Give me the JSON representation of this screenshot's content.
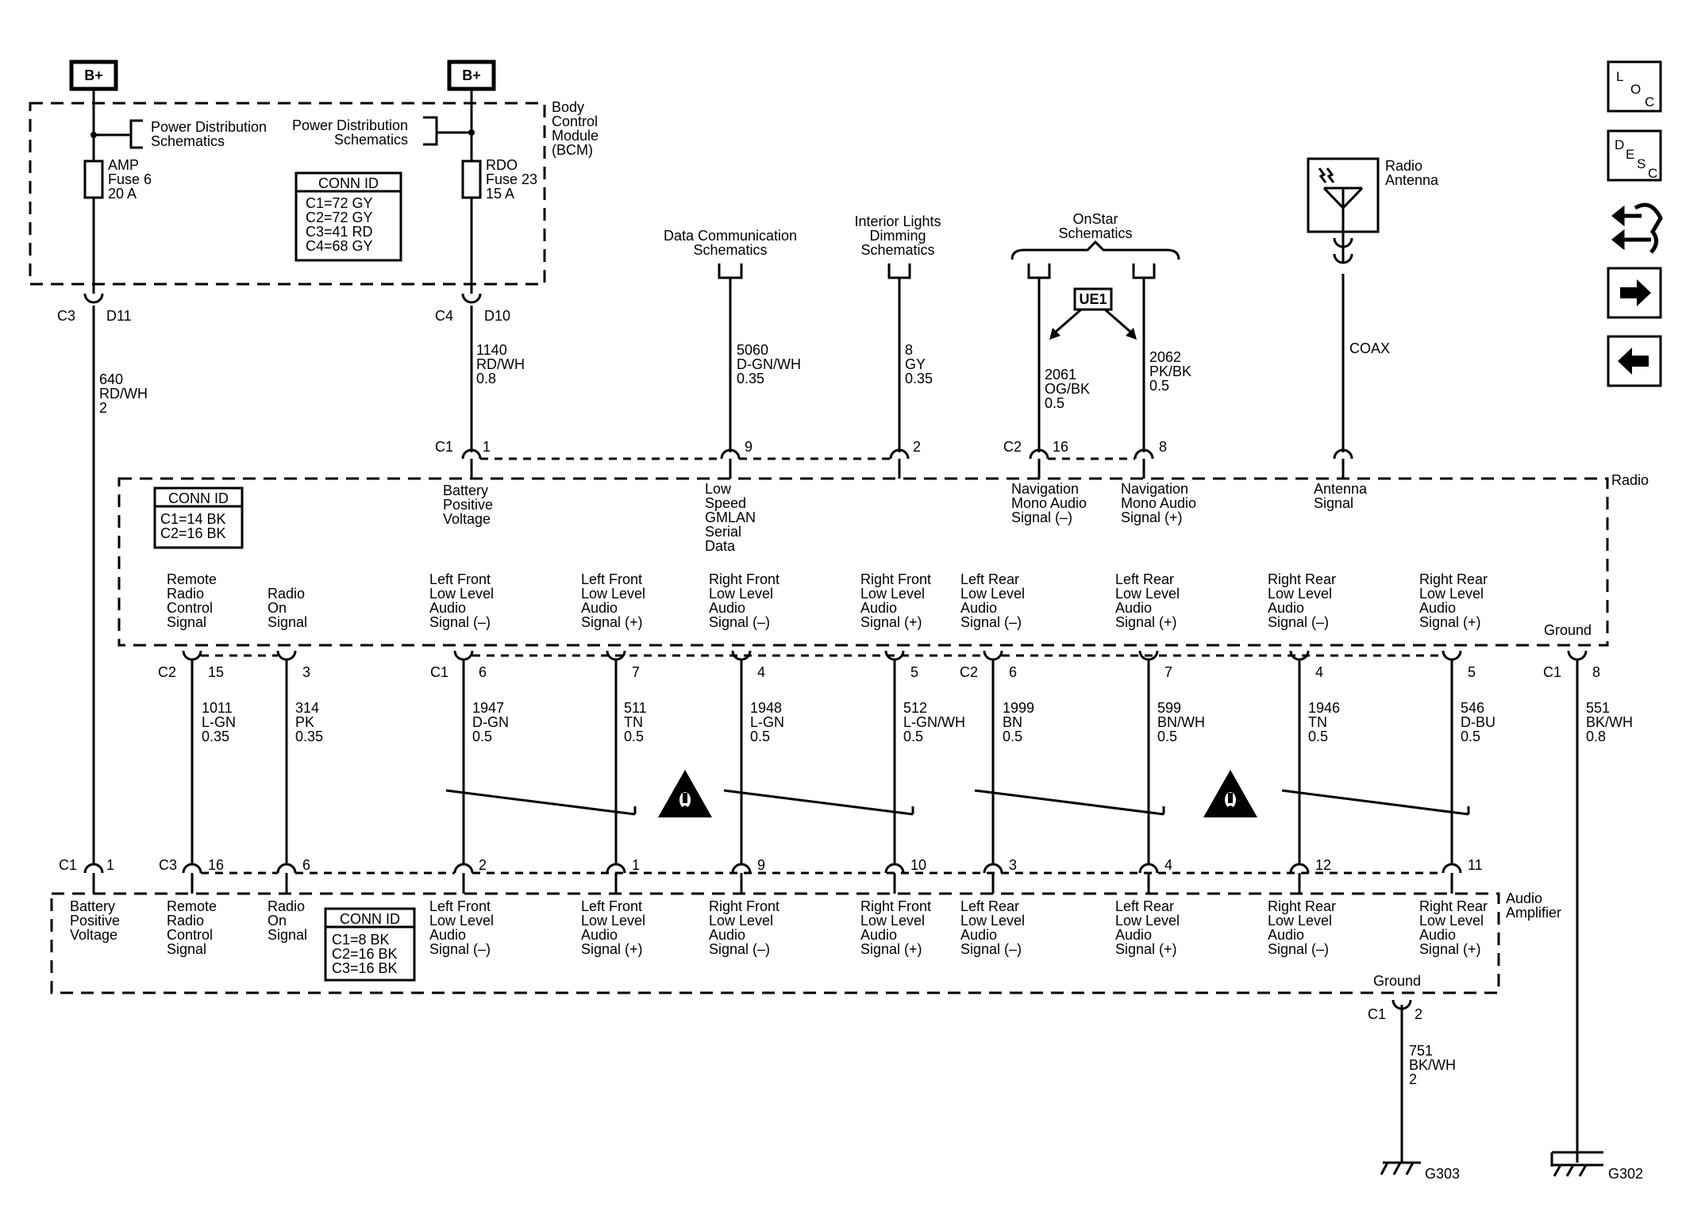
{
  "components": {
    "bcm": {
      "name": [
        "Body",
        "Control",
        "Module",
        "(BCM)"
      ]
    },
    "radio": {
      "name": "Radio"
    },
    "amp": {
      "name": [
        "Audio",
        "Amplifier"
      ]
    }
  },
  "power": {
    "bplus_left": "B+",
    "bplus_right": "B+",
    "pds_left": [
      "Power Distribution",
      "Schematics"
    ],
    "pds_right": [
      "Power Distribution",
      "Schematics"
    ],
    "fuse_left": [
      "AMP",
      "Fuse 6",
      "20 A"
    ],
    "fuse_right": [
      "RDO",
      "Fuse 23",
      "15 A"
    ]
  },
  "conn_ids": {
    "bcm": {
      "title": "CONN ID",
      "lines": [
        "C1=72 GY",
        "C2=72 GY",
        "C3=41 RD",
        "C4=68 GY"
      ]
    },
    "radio": {
      "title": "CONN ID",
      "lines": [
        "C1=14 BK",
        "C2=16 BK"
      ]
    },
    "amp": {
      "title": "CONN ID",
      "lines": [
        "C1=8 BK",
        "C2=16 BK",
        "C3=16 BK"
      ]
    }
  },
  "schematic_refs": {
    "data_comm": [
      "Data Communication",
      "Schematics"
    ],
    "interior_lights": [
      "Interior Lights",
      "Dimming",
      "Schematics"
    ],
    "onstar": [
      "OnStar",
      "Schematics"
    ],
    "ue1": "UE1",
    "antenna": [
      "Radio",
      "Antenna"
    ],
    "coax": "COAX"
  },
  "connector_labels": {
    "bcm_c3": "C3",
    "bcm_d11": "D11",
    "bcm_c4": "C4",
    "bcm_d10": "D10",
    "radio_top_c1": "C1",
    "radio_top_c2": "C2",
    "radio_bot_c2": "C2",
    "radio_bot_c1a": "C1",
    "radio_bot_c2b": "C2",
    "radio_bot_c1g": "C1",
    "amp_c1": "C1",
    "amp_c3": "C3",
    "amp_gnd_c1": "C1"
  },
  "pins": {
    "radio_top": [
      "1",
      "9",
      "2",
      "16",
      "8"
    ],
    "radio_bottom": [
      "15",
      "3",
      "6",
      "7",
      "4",
      "5",
      "6",
      "7",
      "4",
      "5",
      "8"
    ],
    "amp_top": [
      "1",
      "16",
      "6",
      "2",
      "1",
      "9",
      "10",
      "3",
      "4",
      "12",
      "11"
    ],
    "amp_ground": "2"
  },
  "wires": {
    "w640": [
      "640",
      "RD/WH",
      "2"
    ],
    "w1140": [
      "1140",
      "RD/WH",
      "0.8"
    ],
    "w5060": [
      "5060",
      "D-GN/WH",
      "0.35"
    ],
    "w8": [
      "8",
      "GY",
      "0.35"
    ],
    "w2061": [
      "2061",
      "OG/BK",
      "0.5"
    ],
    "w2062": [
      "2062",
      "PK/BK",
      "0.5"
    ],
    "w1011": [
      "1011",
      "L-GN",
      "0.35"
    ],
    "w314": [
      "314",
      "PK",
      "0.35"
    ],
    "w1947": [
      "1947",
      "D-GN",
      "0.5"
    ],
    "w511": [
      "511",
      "TN",
      "0.5"
    ],
    "w1948": [
      "1948",
      "L-GN",
      "0.5"
    ],
    "w512": [
      "512",
      "L-GN/WH",
      "0.5"
    ],
    "w1999": [
      "1999",
      "BN",
      "0.5"
    ],
    "w599": [
      "599",
      "BN/WH",
      "0.5"
    ],
    "w1946": [
      "1946",
      "TN",
      "0.5"
    ],
    "w546": [
      "546",
      "D-BU",
      "0.5"
    ],
    "w551": [
      "551",
      "BK/WH",
      "0.8"
    ],
    "w751": [
      "751",
      "BK/WH",
      "2"
    ]
  },
  "radio_signals_top": {
    "battery": [
      "Battery",
      "Positive",
      "Voltage"
    ],
    "gmlan": [
      "Low",
      "Speed",
      "GMLAN",
      "Serial",
      "Data"
    ],
    "nav_minus": [
      "Navigation",
      "Mono Audio",
      "Signal (–)"
    ],
    "nav_plus": [
      "Navigation",
      "Mono Audio",
      "Signal (+)"
    ],
    "antenna": [
      "Antenna",
      "Signal"
    ]
  },
  "radio_signals_bottom": {
    "remote": [
      "Remote",
      "Radio",
      "Control",
      "Signal"
    ],
    "radio_on": [
      "Radio",
      "On",
      "Signal"
    ],
    "lf_minus": [
      "Left Front",
      "Low Level",
      "Audio",
      "Signal (–)"
    ],
    "lf_plus": [
      "Left Front",
      "Low Level",
      "Audio",
      "Signal (+)"
    ],
    "rf_minus": [
      "Right Front",
      "Low Level",
      "Audio",
      "Signal (–)"
    ],
    "rf_plus": [
      "Right Front",
      "Low Level",
      "Audio",
      "Signal (+)"
    ],
    "lr_minus": [
      "Left Rear",
      "Low Level",
      "Audio",
      "Signal (–)"
    ],
    "lr_plus": [
      "Left Rear",
      "Low Level",
      "Audio",
      "Signal (+)"
    ],
    "rr_minus": [
      "Right Rear",
      "Low Level",
      "Audio",
      "Signal (–)"
    ],
    "rr_plus": [
      "Right Rear",
      "Low Level",
      "Audio",
      "Signal (+)"
    ],
    "ground": "Ground"
  },
  "amp_signals": {
    "battery": [
      "Battery",
      "Positive",
      "Voltage"
    ],
    "remote": [
      "Remote",
      "Radio",
      "Control",
      "Signal"
    ],
    "radio_on": [
      "Radio",
      "On",
      "Signal"
    ],
    "lf_minus": [
      "Left Front",
      "Low Level",
      "Audio",
      "Signal (–)"
    ],
    "lf_plus": [
      "Left Front",
      "Low Level",
      "Audio",
      "Signal (+)"
    ],
    "rf_minus": [
      "Right Front",
      "Low Level",
      "Audio",
      "Signal (–)"
    ],
    "rf_plus": [
      "Right Front",
      "Low Level",
      "Audio",
      "Signal (+)"
    ],
    "lr_minus": [
      "Left Rear",
      "Low Level",
      "Audio",
      "Signal (–)"
    ],
    "lr_plus": [
      "Left Rear",
      "Low Level",
      "Audio",
      "Signal (+)"
    ],
    "rr_minus": [
      "Right Rear",
      "Low Level",
      "Audio",
      "Signal (–)"
    ],
    "rr_plus": [
      "Right Rear",
      "Low Level",
      "Audio",
      "Signal (+)"
    ],
    "ground": "Ground"
  },
  "grounds": {
    "g303": "G303",
    "g302": "G302"
  },
  "nav": {
    "loc": [
      "L",
      "O",
      "C"
    ],
    "desc": [
      "D",
      "E",
      "S",
      "C"
    ]
  }
}
